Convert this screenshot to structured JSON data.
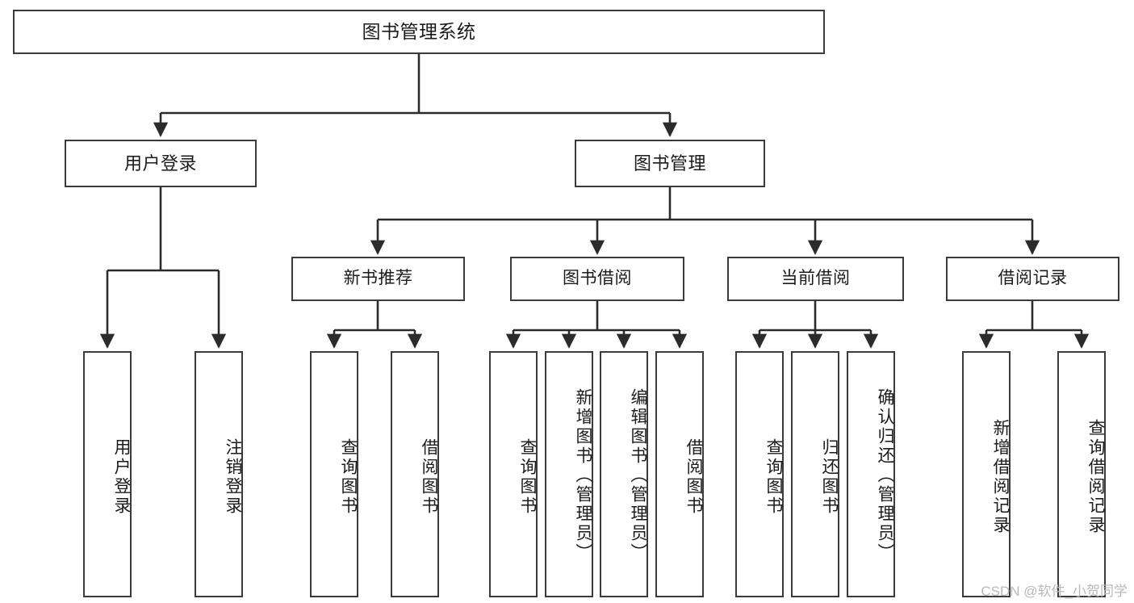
{
  "diagram": {
    "type": "tree",
    "title": "图书管理系统",
    "root": {
      "label": "图书管理系统"
    },
    "level1": [
      {
        "label": "用户登录"
      },
      {
        "label": "图书管理"
      }
    ],
    "level2": [
      {
        "label": "新书推荐"
      },
      {
        "label": "图书借阅"
      },
      {
        "label": "当前借阅"
      },
      {
        "label": "借阅记录"
      }
    ],
    "leaves": {
      "user_login": [
        {
          "label": "用户登录"
        },
        {
          "label": "注销登录"
        }
      ],
      "new_book_recommend": [
        {
          "label": "查询图书"
        },
        {
          "label": "借阅图书"
        }
      ],
      "book_borrow": [
        {
          "label": "查询图书"
        },
        {
          "label": "新增图书（管理员）"
        },
        {
          "label": "编辑图书（管理员）"
        },
        {
          "label": "借阅图书"
        }
      ],
      "current_borrow": [
        {
          "label": "查询图书"
        },
        {
          "label": "归还图书"
        },
        {
          "label": "确认归还（管理员）"
        }
      ],
      "borrow_record": [
        {
          "label": "新增借阅记录"
        },
        {
          "label": "查询借阅记录"
        }
      ]
    }
  },
  "watermark": {
    "text": "CSDN @软件_小贺同学"
  },
  "colors": {
    "border": "#3b3b3b",
    "line": "#2b2b2b",
    "background": "#ffffff",
    "text": "#1b1b1b",
    "watermark": "#b9b9b9"
  }
}
